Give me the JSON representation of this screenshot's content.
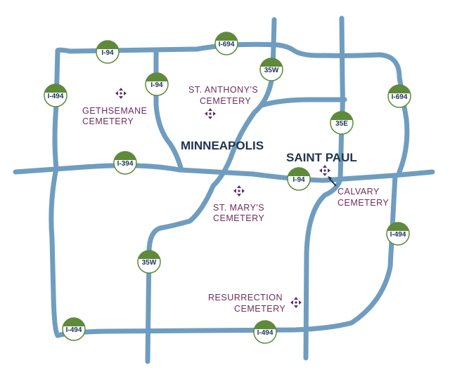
{
  "colors": {
    "road": "#6f9dc0",
    "shield_top": "#5e8a3a",
    "shield_border": "#5e8a3a",
    "shield_text": "#1f3457",
    "city_label": "#23334f",
    "cemetery_label": "#6f2d5b",
    "cemetery_marker": "#5a2f66"
  },
  "cities": {
    "minneapolis": "MINNEAPOLIS",
    "saint_paul": "SAINT PAUL"
  },
  "shields": {
    "i94_west": "I-94",
    "i694_north": "I-694",
    "i35w_north": "35W",
    "i94_mpls": "I-94",
    "i494_northwest": "I-494",
    "i694_east": "I-694",
    "i35e": "35E",
    "i394": "I-394",
    "i94_stpaul": "I-94",
    "i494_east": "I-494",
    "i35w_south": "35W",
    "i494_southwest": "I-494",
    "i494_south": "I-494"
  },
  "cemeteries": {
    "gethsemane": {
      "line1": "GETHSEMANE",
      "line2": "CEMETERY",
      "icon": "cemetery-marker-icon"
    },
    "st_anthonys": {
      "line1": "ST. ANTHONY'S",
      "line2": "CEMETERY",
      "icon": "cemetery-marker-icon"
    },
    "st_marys": {
      "line1": "ST. MARY'S",
      "line2": "CEMETERY",
      "icon": "cemetery-marker-icon"
    },
    "calvary": {
      "line1": "CALVARY",
      "line2": "CEMETERY",
      "icon": "cemetery-marker-icon"
    },
    "resurrection": {
      "line1": "RESURRECTION",
      "line2": "CEMETERY",
      "icon": "cemetery-marker-icon"
    }
  }
}
